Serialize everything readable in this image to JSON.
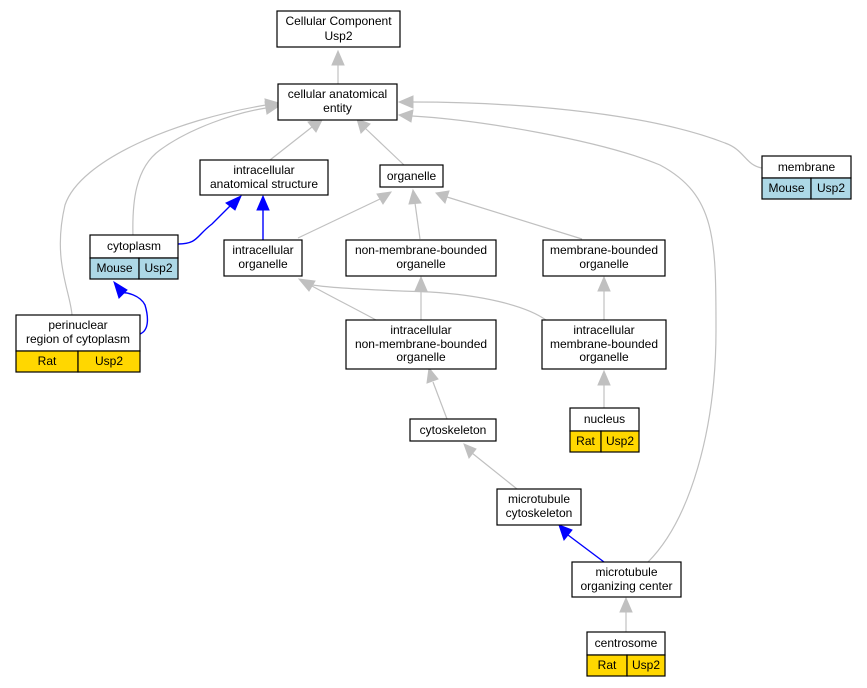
{
  "graph": {
    "colors": {
      "is_a_edge": "#c0c0c0",
      "part_of_edge": "#0000ff",
      "mouse_annotation": "#add8e6",
      "rat_annotation": "#ffd700",
      "node_fill": "#ffffff",
      "node_border": "#000000"
    },
    "nodes": {
      "root": {
        "lines": [
          "Cellular Component",
          "Usp2"
        ]
      },
      "cae": {
        "lines": [
          "cellular anatomical",
          "entity"
        ]
      },
      "ias": {
        "lines": [
          "intracellular",
          "anatomical structure"
        ]
      },
      "organelle": {
        "lines": [
          "organelle"
        ]
      },
      "membrane": {
        "lines": [
          "membrane"
        ],
        "cells": [
          "Mouse",
          "Usp2"
        ]
      },
      "cytoplasm": {
        "lines": [
          "cytoplasm"
        ],
        "cells": [
          "Mouse",
          "Usp2"
        ]
      },
      "io": {
        "lines": [
          "intracellular",
          "organelle"
        ]
      },
      "nmbo": {
        "lines": [
          "non-membrane-bounded",
          "organelle"
        ]
      },
      "mbo": {
        "lines": [
          "membrane-bounded",
          "organelle"
        ]
      },
      "perinuclear": {
        "lines": [
          "perinuclear",
          "region of cytoplasm"
        ],
        "cells": [
          "Rat",
          "Usp2"
        ]
      },
      "inmbo": {
        "lines": [
          "intracellular",
          "non-membrane-bounded",
          "organelle"
        ]
      },
      "imbo": {
        "lines": [
          "intracellular",
          "membrane-bounded",
          "organelle"
        ]
      },
      "nucleus": {
        "lines": [
          "nucleus"
        ],
        "cells": [
          "Rat",
          "Usp2"
        ]
      },
      "cytoskeleton": {
        "lines": [
          "cytoskeleton"
        ]
      },
      "mtcs": {
        "lines": [
          "microtubule",
          "cytoskeleton"
        ]
      },
      "mtoc": {
        "lines": [
          "microtubule",
          "organizing center"
        ]
      },
      "centrosome": {
        "lines": [
          "centrosome"
        ],
        "cells": [
          "Rat",
          "Usp2"
        ]
      }
    }
  }
}
